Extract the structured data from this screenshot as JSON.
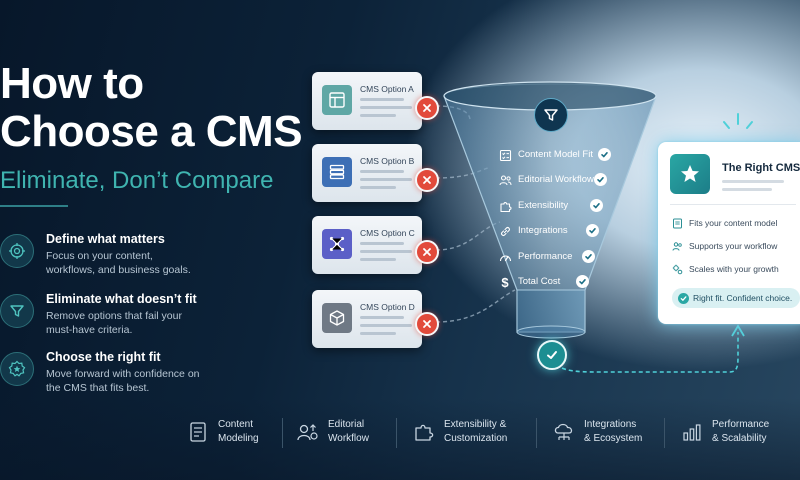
{
  "headline": {
    "line1": "How to",
    "line2": "Choose a CMS"
  },
  "subtitle": "Eliminate, Don’t Compare",
  "steps": [
    {
      "title": "Define what matters",
      "text": "Focus on your content, workflows, and business goals.",
      "icon": "target-icon"
    },
    {
      "title": "Eliminate what doesn’t fit",
      "text": "Remove options that fail your must-have criteria.",
      "icon": "filter-icon"
    },
    {
      "title": "Choose the right fit",
      "text": "Move forward with confidence on the CMS that fits best.",
      "icon": "badge-star-icon"
    }
  ],
  "options": [
    {
      "label": "CMS Option A",
      "icon": "layout-icon",
      "color": "#5fa7a5"
    },
    {
      "label": "CMS Option B",
      "icon": "server-icon",
      "color": "#3d6fb5"
    },
    {
      "label": "CMS Option C",
      "icon": "network-icon",
      "color": "#5b5fc7"
    },
    {
      "label": "CMS Option D",
      "icon": "cube-icon",
      "color": "#6f7985"
    }
  ],
  "criteria": [
    {
      "label": "Content Model Fit",
      "icon": "checklist-icon"
    },
    {
      "label": "Editorial Workflow",
      "icon": "users-icon"
    },
    {
      "label": "Extensibility",
      "icon": "puzzle-icon"
    },
    {
      "label": "Integrations",
      "icon": "link-icon"
    },
    {
      "label": "Performance",
      "icon": "speedometer-icon"
    },
    {
      "label": "Total Cost",
      "icon": "dollar-icon"
    }
  ],
  "result": {
    "title": "The Right CMS",
    "benefits": [
      {
        "label": "Fits your content model",
        "icon": "document-icon"
      },
      {
        "label": "Supports your workflow",
        "icon": "users-icon"
      },
      {
        "label": "Scales with your growth",
        "icon": "gears-icon"
      }
    ],
    "confidence": "Right fit. Confident choice."
  },
  "features": [
    {
      "line1": "Content",
      "line2": "Modeling",
      "icon": "document-icon"
    },
    {
      "line1": "Editorial",
      "line2": "Workflow",
      "icon": "team-icon"
    },
    {
      "line1": "Extensibility &",
      "line2": "Customization",
      "icon": "puzzle-icon"
    },
    {
      "line1": "Integrations",
      "line2": "& Ecosystem",
      "icon": "cloud-network-icon"
    },
    {
      "line1": "Performance",
      "line2": "& Scalability",
      "icon": "bar-chart-icon"
    }
  ],
  "colors": {
    "accent": "#3fb4b0",
    "reject": "#e24a3b",
    "background": "#0c2238"
  }
}
